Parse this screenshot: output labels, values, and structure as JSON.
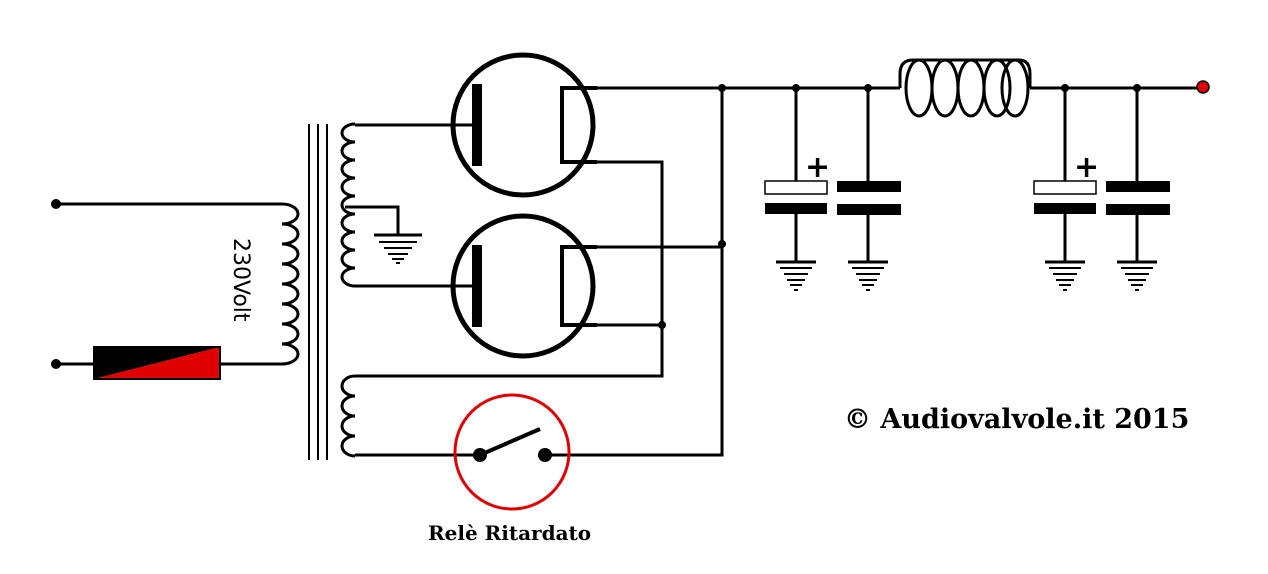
{
  "diagram": {
    "mains_label": "230Volt",
    "relay_label": "Relè Ritardato",
    "copyright": "© Audiovalvole.it 2015",
    "polarity_mark": "+",
    "colors": {
      "line": "#000000",
      "relay_circle": "#e00000",
      "fuse_red": "#e00000",
      "fuse_black": "#000000",
      "output_terminal": "#e00000",
      "capacitor_plate_fill": "#ffffff"
    },
    "components": [
      "mains-terminal",
      "fuse",
      "power-transformer",
      "rectifier-tube",
      "filter-capacitor",
      "filter-choke",
      "delay-relay",
      "ground-symbol",
      "output-terminal"
    ]
  }
}
